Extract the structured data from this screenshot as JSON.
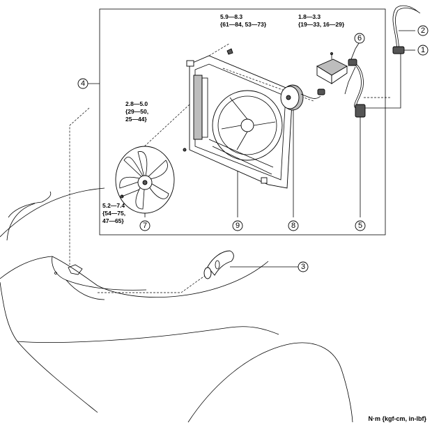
{
  "callouts": {
    "c1": "1",
    "c2": "2",
    "c3": "3",
    "c4": "4",
    "c5": "5",
    "c6": "6",
    "c7": "7",
    "c8": "8",
    "c9": "9"
  },
  "torques": {
    "top_bolt": [
      "5.9—8.3",
      "{61—84, 53—73}"
    ],
    "resistor_screw": [
      "1.8—3.3",
      "{19—33, 16—29}"
    ],
    "shroud_bolt": [
      "2.8—5.0",
      "{29—50,",
      "25—44}"
    ],
    "fan_nut": [
      "5.2—7.4",
      "{54—75,",
      "47—65}"
    ]
  },
  "units_label": "N·m {kgf-cm, in-lbf}"
}
